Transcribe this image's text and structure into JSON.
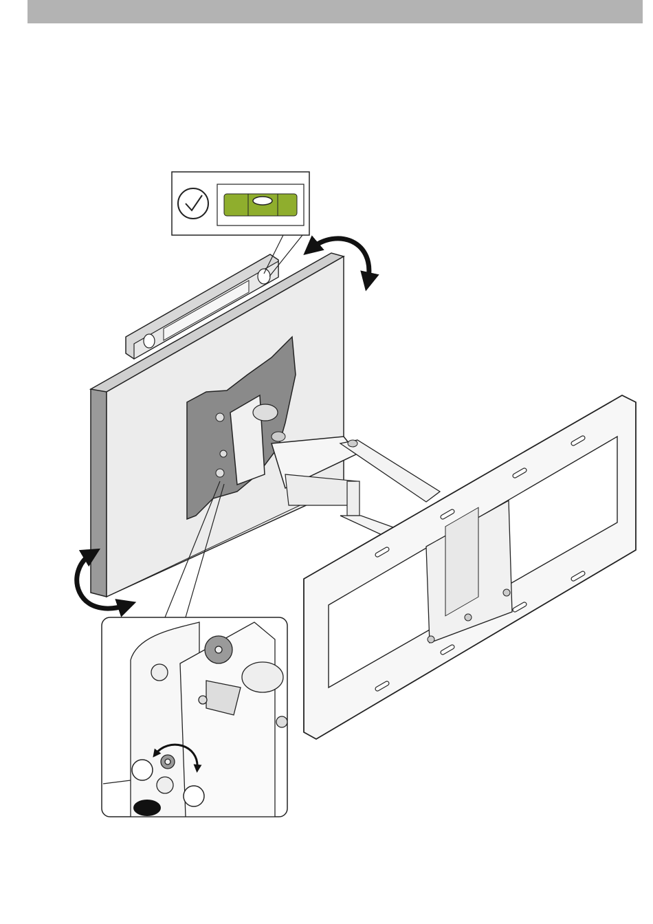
{
  "header": {
    "color": "#b3b3b3"
  },
  "level_inset": {
    "check_icon": "check-circle-icon",
    "vial_color": "#8fae2d",
    "bubble_color": "#ffffff"
  },
  "rotation_arrows": {
    "top_right": "curved-double-arrow-icon",
    "bottom_left": "curved-double-arrow-icon",
    "inset_turn": "curved-arrow-icon"
  },
  "detail_inset": {
    "markers": [
      {
        "id": "marker-left",
        "fill": "#ffffff"
      },
      {
        "id": "marker-right",
        "fill": "#ffffff"
      },
      {
        "id": "marker-filled",
        "fill": "#111111"
      }
    ]
  },
  "colors": {
    "wall_face": "#ececec",
    "wall_edge": "#9a9a9a",
    "wall_plate": "#8a8a8a",
    "line": "#222222"
  }
}
